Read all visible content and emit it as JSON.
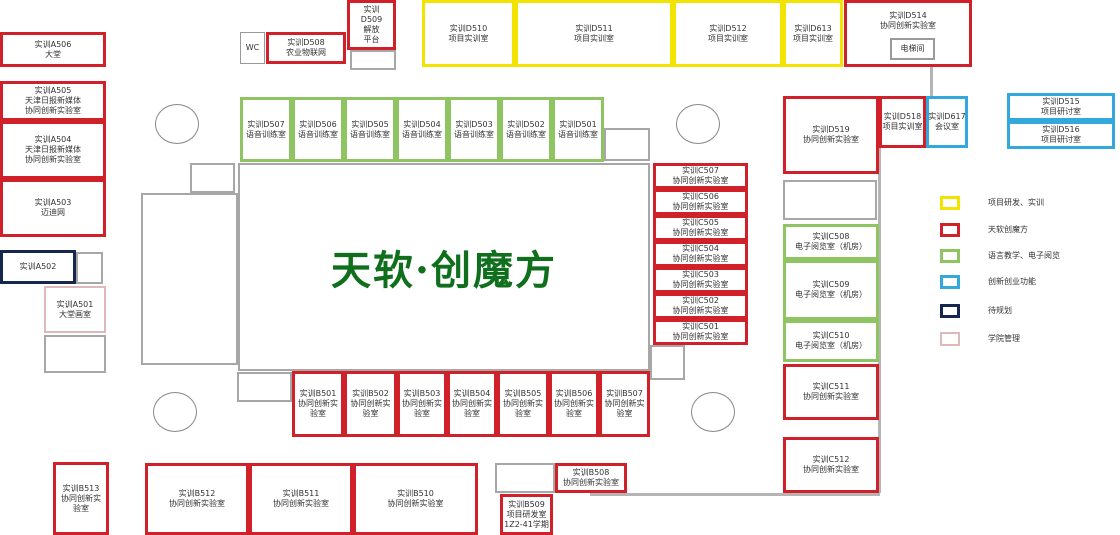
{
  "title": "天软·创魔方",
  "rooms": {
    "a506": [
      "实训A506",
      "大堂"
    ],
    "a505": [
      "实训A505",
      "天津日报新媒体",
      "协同创新实验室"
    ],
    "a504": [
      "实训A504",
      "天津日报新媒体",
      "协同创新实验室"
    ],
    "a503": [
      "实训A503",
      "迈迪网"
    ],
    "a502": [
      "实训A502"
    ],
    "a501": [
      "实训A501",
      "大堂画室"
    ],
    "wc": [
      "WC"
    ],
    "d508": [
      "实训D508",
      "农业物联网"
    ],
    "d509": [
      "实训",
      "D509",
      "解放",
      "平台"
    ],
    "d510": [
      "实训D510",
      "项目实训室"
    ],
    "d511": [
      "实训D511",
      "项目实训室"
    ],
    "d512": [
      "实训D512",
      "项目实训室"
    ],
    "d513": [
      "实训D613",
      "项目实训室"
    ],
    "d514": [
      "实训D514",
      "协同创新实验室"
    ],
    "elevator": [
      "电梯间"
    ],
    "d507": [
      "实训D507",
      "语音训练室"
    ],
    "d506": [
      "实训D506",
      "语音训练室"
    ],
    "d505": [
      "实训D505",
      "语音训练室"
    ],
    "d504": [
      "实训D504",
      "语音训练室"
    ],
    "d503": [
      "实训D503",
      "语音训练室"
    ],
    "d502": [
      "实训D502",
      "语音训练室"
    ],
    "d501": [
      "实训D501",
      "语音训练室"
    ],
    "d519": [
      "实训D519",
      "协同创新实验室"
    ],
    "d518": [
      "实训D518",
      "项目实训室"
    ],
    "d517": [
      "实训D617",
      "会议室"
    ],
    "d515": [
      "实训D515",
      "项目研讨室"
    ],
    "d516": [
      "实训D516",
      "项目研讨室"
    ],
    "c507": [
      "实训C507",
      "协同创新实验室"
    ],
    "c506": [
      "实训C506",
      "协同创新实验室"
    ],
    "c505": [
      "实训C505",
      "协同创新实验室"
    ],
    "c504": [
      "实训C504",
      "协同创新实验室"
    ],
    "c503": [
      "实训C503",
      "协同创新实验室"
    ],
    "c502": [
      "实训C502",
      "协同创新实验室"
    ],
    "c501": [
      "实训C501",
      "协同创新实验室"
    ],
    "c508": [
      "实训C508",
      "电子阅览室（机房）"
    ],
    "c509": [
      "实训C509",
      "电子阅览室（机房）"
    ],
    "c510": [
      "实训C510",
      "电子阅览室（机房）"
    ],
    "c511": [
      "实训C511",
      "协同创新实验室"
    ],
    "c512": [
      "实训C512",
      "协同创新实验室"
    ],
    "b501": [
      "实训B501",
      "协同创新实",
      "验室"
    ],
    "b502": [
      "实训B502",
      "协同创新实",
      "验室"
    ],
    "b503": [
      "实训B503",
      "协同创新实",
      "验室"
    ],
    "b504": [
      "实训B504",
      "协同创新实",
      "验室"
    ],
    "b505": [
      "实训B505",
      "协同创新实",
      "验室"
    ],
    "b506": [
      "实训B506",
      "协同创新实",
      "验室"
    ],
    "b507": [
      "实训B507",
      "协同创新实",
      "验室"
    ],
    "b513": [
      "实训B513",
      "协同创新实",
      "验室"
    ],
    "b512": [
      "实训B512",
      "协同创新实验室"
    ],
    "b511": [
      "实训B511",
      "协同创新实验室"
    ],
    "b510": [
      "实训B510",
      "协同创新实验室"
    ],
    "b508": [
      "实训B508",
      "协同创新实验室"
    ],
    "b509": [
      "实训B509",
      "项目研发室",
      "1Z2-41学期"
    ]
  },
  "legend": [
    {
      "label": "项目研发、实训",
      "color": "#f2e300"
    },
    {
      "label": "天软创魔方",
      "color": "#d0202a"
    },
    {
      "label": "语言教学、电子阅览",
      "color": "#8fc463"
    },
    {
      "label": "创新创业功能",
      "color": "#33a8dc"
    },
    {
      "label": "待规划",
      "color": "#15264f"
    },
    {
      "label": "学院管理",
      "color": "#ddb9b9"
    }
  ]
}
